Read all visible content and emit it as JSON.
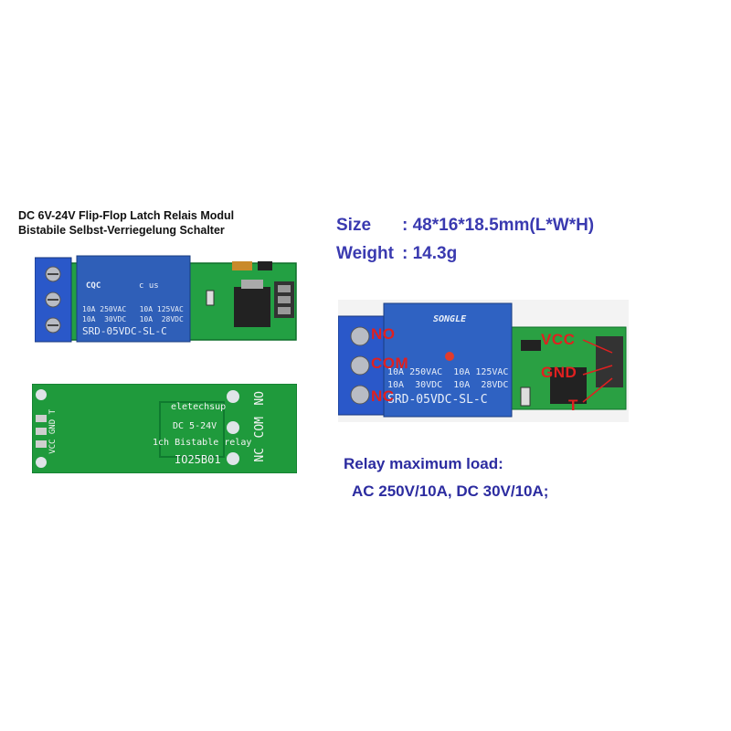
{
  "left_panel": {
    "title_line1": "DC 6V-24V Flip-Flop Latch Relais Modul",
    "title_line2": "Bistabile Selbst-Verriegelung Schalter",
    "relay_top": {
      "cert": "CQC",
      "c_us": "c      us",
      "line1": "10A 250VAC   10A 125VAC",
      "line2": "10A  30VDC   10A  28VDC",
      "model": "SRD-05VDC-SL-C"
    },
    "board_bottom": {
      "vendor": "eletechsup",
      "voltage": "DC 5-24V",
      "name": "1ch Bistable relay",
      "code": "IO25B01",
      "pins_left": "VCC GND T",
      "no": "NO",
      "com": "COM",
      "nc": "NC"
    }
  },
  "right_panel": {
    "size_label": "Size",
    "size_value": ": 48*16*18.5mm(L*W*H)",
    "weight_label": "Weight",
    "weight_value": ": 14.3g",
    "relay": {
      "brand": "SONGLE",
      "line1": "10A 250VAC  10A 125VAC",
      "line2": "10A  30VDC  10A  28VDC",
      "model": "SRD-05VDC-SL-C"
    },
    "pins": {
      "no": "NO",
      "com": "COM",
      "nc": "NC",
      "vcc": "VCC",
      "gnd": "GND",
      "t": "T"
    },
    "load_title": "Relay maximum load:",
    "load_value": "AC 250V/10A, DC 30V/10A;"
  },
  "colors": {
    "pcb_green": "#1f9a3c",
    "relay_blue": "#2f5fb8",
    "terminal_blue": "#2a58c9",
    "spec_text": "#3a3ab0",
    "pin_label_red": "#e02020"
  }
}
